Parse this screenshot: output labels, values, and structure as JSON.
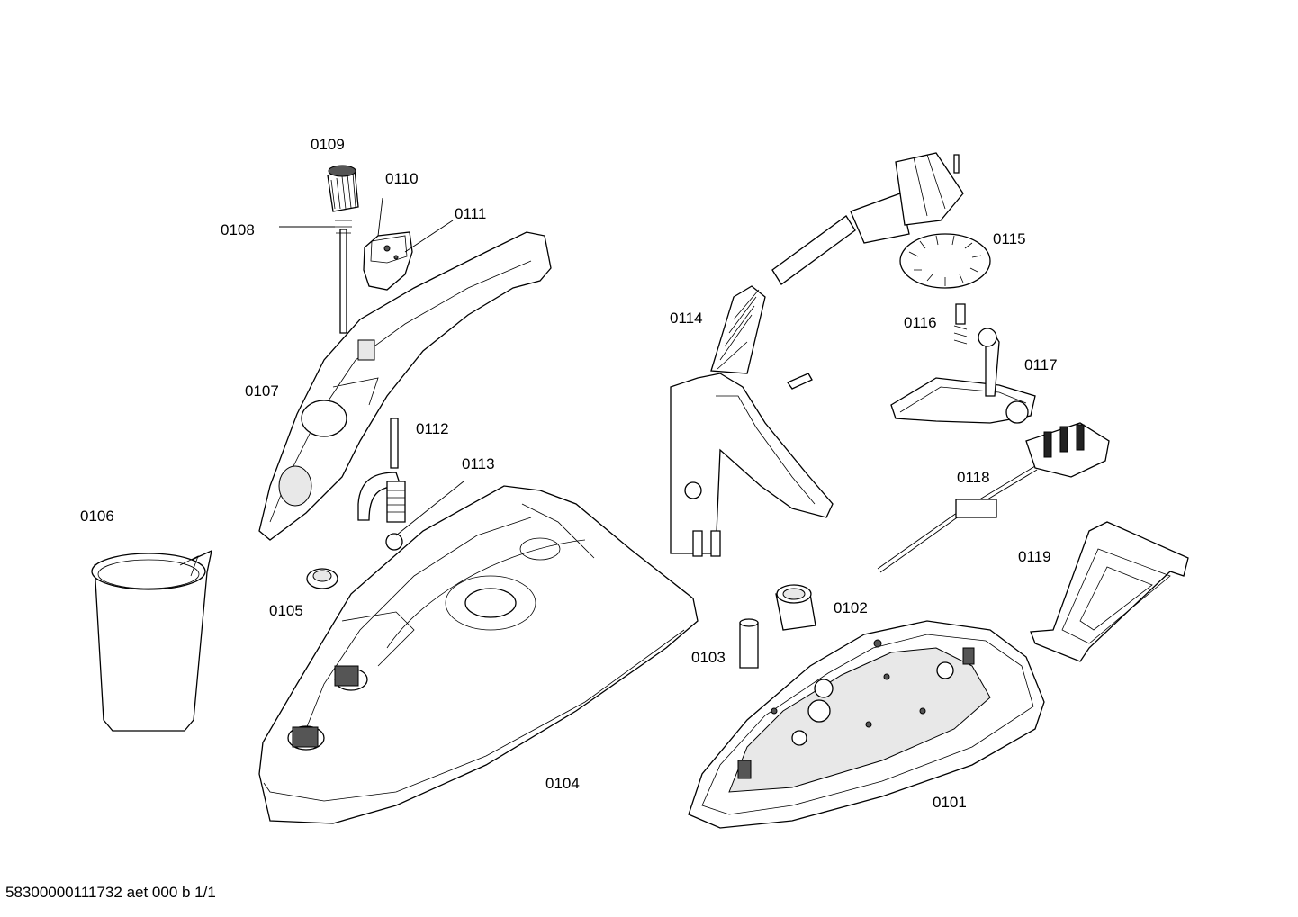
{
  "diagram": {
    "parts": [
      {
        "id": "p0101",
        "label": "0101"
      },
      {
        "id": "p0102",
        "label": "0102"
      },
      {
        "id": "p0103",
        "label": "0103"
      },
      {
        "id": "p0104",
        "label": "0104"
      },
      {
        "id": "p0105",
        "label": "0105"
      },
      {
        "id": "p0106",
        "label": "0106"
      },
      {
        "id": "p0107",
        "label": "0107"
      },
      {
        "id": "p0108",
        "label": "0108"
      },
      {
        "id": "p0109",
        "label": "0109"
      },
      {
        "id": "p0110",
        "label": "0110"
      },
      {
        "id": "p0111",
        "label": "0111"
      },
      {
        "id": "p0112",
        "label": "0112"
      },
      {
        "id": "p0113",
        "label": "0113"
      },
      {
        "id": "p0114",
        "label": "0114"
      },
      {
        "id": "p0115",
        "label": "0115"
      },
      {
        "id": "p0116",
        "label": "0116"
      },
      {
        "id": "p0117",
        "label": "0117"
      },
      {
        "id": "p0118",
        "label": "0118"
      },
      {
        "id": "p0119",
        "label": "0119"
      }
    ],
    "footer": "58300000111732 aet 000 b 1/1"
  }
}
